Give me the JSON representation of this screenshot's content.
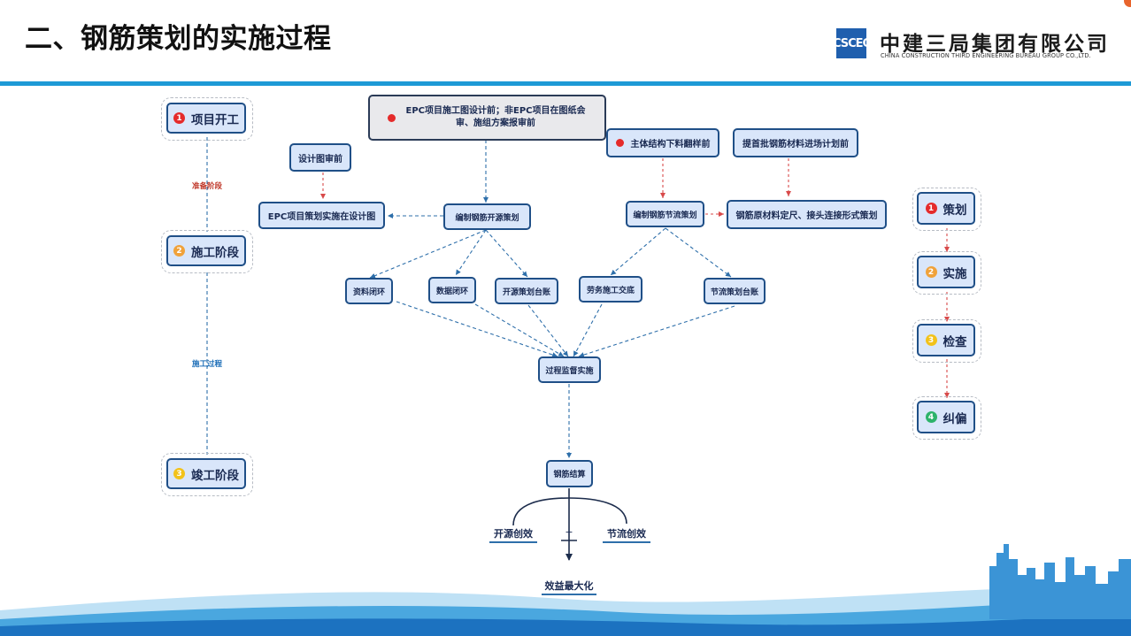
{
  "header": {
    "title": "二、钢筋策划的实施过程",
    "company_cn": "中建三局集团有限公司",
    "company_en": "CHINA CONSTRUCTION THIRD ENGINEERING BUREAU GROUP CO.,LTD.",
    "logo_text": "CSCEC",
    "accent_color": "#1e9ad6",
    "node_fill": "#d9e6fa",
    "node_border": "#1f4f87"
  },
  "timeline": {
    "stages": [
      {
        "num": "1",
        "label": "项目开工",
        "color": "#e52b2b"
      },
      {
        "num": "2",
        "label": "施工阶段",
        "color": "#f0a23a"
      },
      {
        "num": "3",
        "label": "竣工阶段",
        "color": "#f2c21a"
      }
    ],
    "phase1": "准备阶段",
    "phase2": "施工过程"
  },
  "steps": [
    {
      "num": "1",
      "label": "策划",
      "color": "#e52b2b"
    },
    {
      "num": "2",
      "label": "实施",
      "color": "#f0a23a"
    },
    {
      "num": "3",
      "label": "检查",
      "color": "#f2c21a"
    },
    {
      "num": "4",
      "label": "纠偏",
      "color": "#2db36a"
    }
  ],
  "flow": {
    "top_trigger": "EPC项目施工图设计前；非EPC项目在图纸会审、施组方案报审前",
    "design_review": "设计图审前",
    "epc_plan": "EPC项目策划实施在设计图",
    "source_plan": "编制钢筋开源策划",
    "struct_trigger": "主体结构下料翻样前",
    "material_trigger": "提首批钢筋材料进场计划前",
    "saving_plan": "编制钢筋节流策划",
    "material_plan": "钢筋原材料定尺、接头连接形式策划",
    "data_close_1": "资料闭环",
    "data_close_2": "数据闭环",
    "source_ledger": "开源策划台账",
    "labor_brief": "劳务施工交底",
    "saving_ledger": "节流策划台账",
    "supervise": "过程监督实施",
    "settlement": "钢筋结算",
    "open_benefit": "开源创效",
    "plus": "+",
    "save_benefit": "节流创效",
    "max_benefit": "效益最大化"
  }
}
